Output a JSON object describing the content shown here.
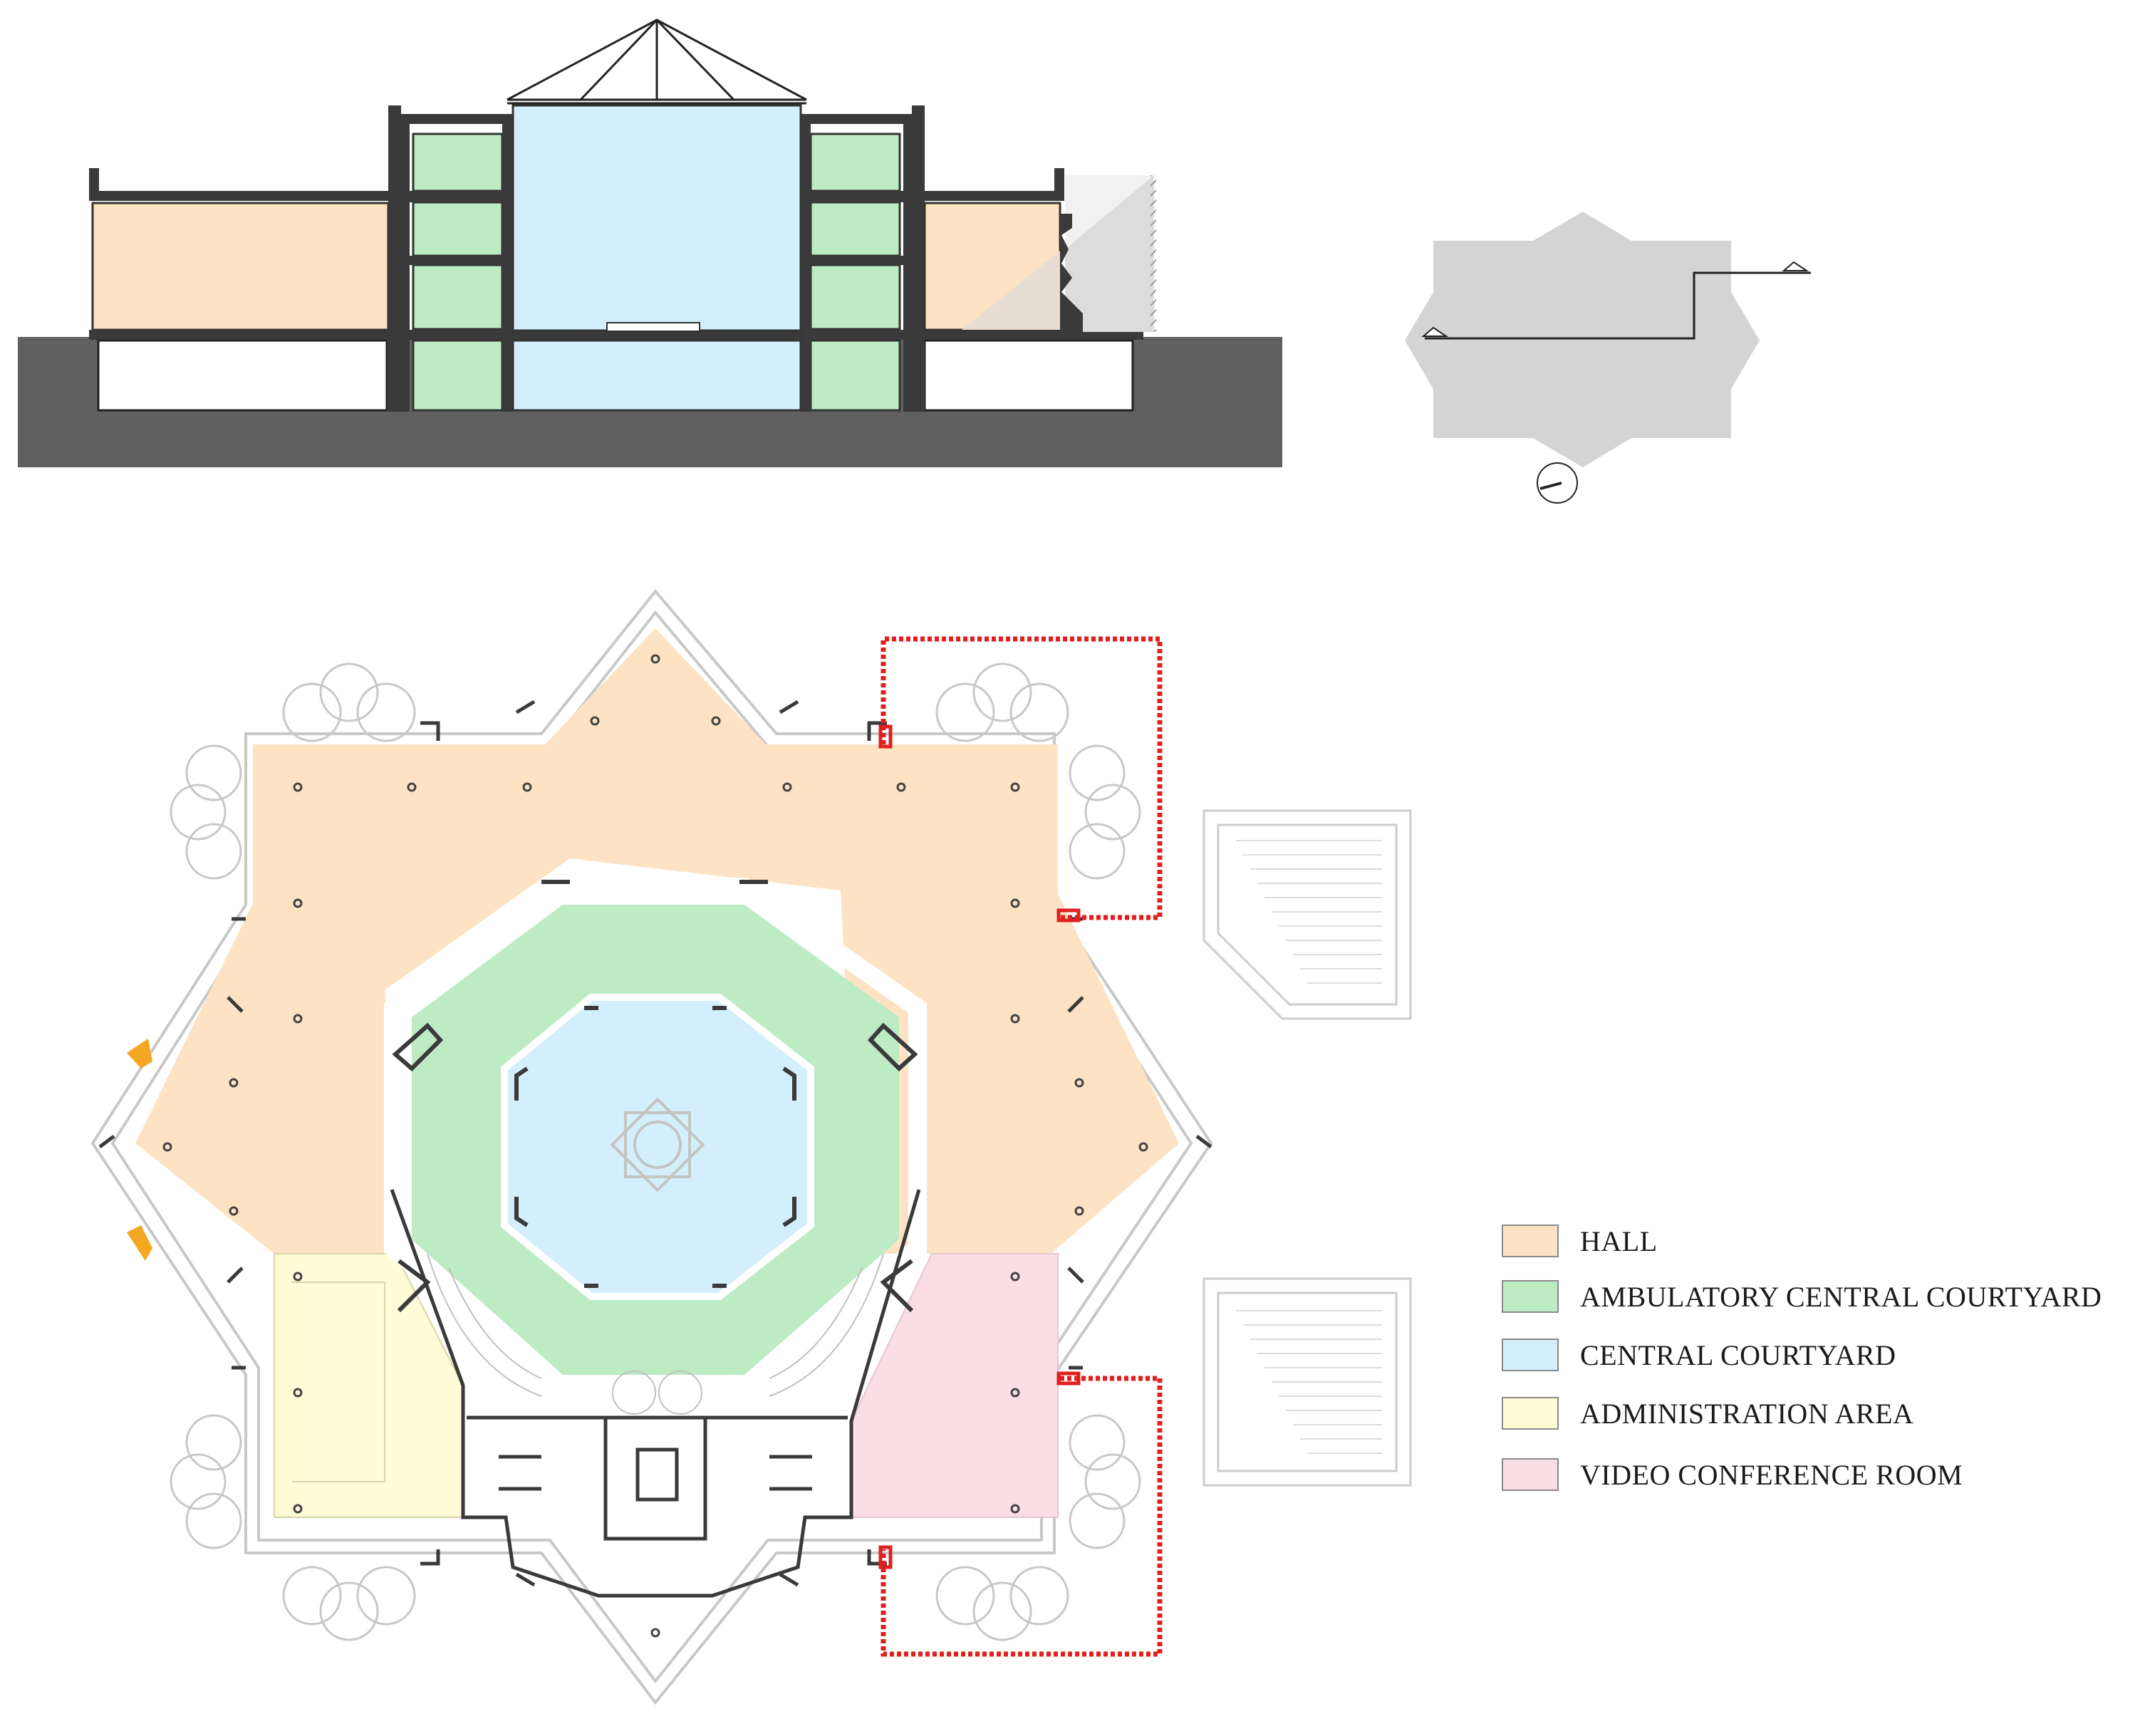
{
  "colors": {
    "hall": "#fde3c3",
    "ambulatory": "#bdebc4",
    "courtyard": "#d3effb",
    "administration": "#fefcd7",
    "video_conference": "#fbdde6",
    "ground": "#606060",
    "wall": "#3a3a3a",
    "faint_line": "#c8c8c8",
    "key_plan": "#d4d4d4",
    "egress_route": "#e0201e",
    "entrance_arrow": "#f5a623"
  },
  "icons": {
    "north_arrow": "north-arrow-icon",
    "section_marker": "section-marker-icon",
    "entrance_arrow": "entrance-arrow-icon"
  },
  "legend": {
    "items": [
      {
        "label": "HALL",
        "color": "#fde3c3"
      },
      {
        "label": "AMBULATORY CENTRAL COURTYARD",
        "color": "#bdebc4"
      },
      {
        "label": "CENTRAL COURTYARD",
        "color": "#d3effb"
      },
      {
        "label": "ADMINISTRATION AREA",
        "color": "#fefcd7"
      },
      {
        "label": "VIDEO CONFERENCE ROOM",
        "color": "#fbdde6"
      }
    ]
  }
}
